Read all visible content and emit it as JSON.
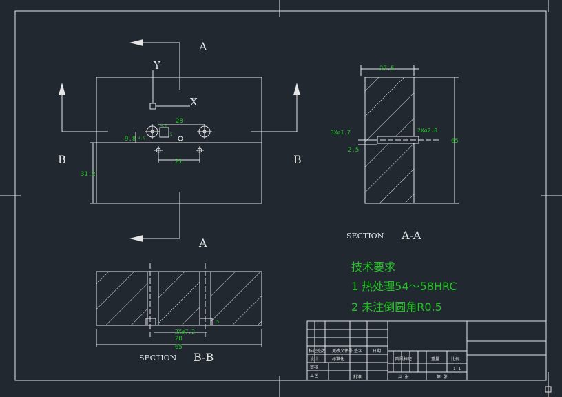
{
  "colors": {
    "background": "#212830",
    "line": "#e6e6e6",
    "dimension": "#22c322",
    "requirement_text": "#22c322"
  },
  "view_labels": {
    "section_arrow_a": "A",
    "section_arrow_b": "B",
    "axis_x": "X",
    "axis_y": "Y"
  },
  "plan_dimensions": {
    "hole_spacing_top": "28",
    "square_size": "4.6",
    "side_small": "5",
    "offset_left": "9.8",
    "offset_left_small": "4.6",
    "hole_spacing_bottom": "21",
    "height": "31.2"
  },
  "section_aa": {
    "caption": "SECTION",
    "name": "A-A",
    "width_dim": "27.5",
    "height_dim": "65",
    "hole_small": "3Xø1.7",
    "hole_large": "2Xø2.8",
    "depth": "2.5"
  },
  "section_bb": {
    "caption": "SECTION",
    "name": "B-B",
    "hole_callout": "2Xø7.2",
    "cbore_depth": "5",
    "inner_dim": "28",
    "overall_dim": "65"
  },
  "requirements": {
    "title": "技术要求",
    "items": [
      "1 热处理54～58HRC",
      "2 未注倒圆角R0.5"
    ]
  },
  "title_block": {
    "cells": [
      "标记",
      "处数",
      "更改文件号",
      "签字",
      "日期",
      "设计",
      "标准化",
      "阶段标记",
      "重量",
      "比例",
      "1:1",
      "审核",
      "工艺",
      "批准",
      "共 张",
      "第 张"
    ]
  }
}
